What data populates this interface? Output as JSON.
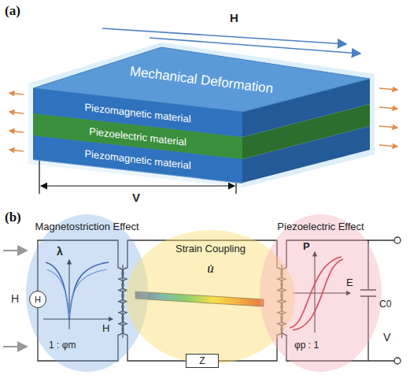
{
  "diagram": {
    "nodes": [
      {
        "text": [
          "Mechanical Deformation"
        ]
      },
      {
        "text": [
          "Piezomagnetic material"
        ]
      },
      {
        "text": [
          "Piezoelectric material"
        ]
      },
      {
        "text": [
          "Piezomagnetic material"
        ]
      },
      {
        "text": [
          "Magnetostriction Effect"
        ]
      },
      {
        "text": [
          "Strain Coupling",
          "u̇"
        ]
      },
      {
        "text": [
          "Piezoelectric Effect"
        ]
      },
      {
        "text": [
          "H"
        ]
      },
      {
        "text": [
          "Z"
        ]
      }
    ],
    "labels": [
      "(a)",
      "H",
      "V",
      "(b)",
      "H",
      "λ",
      "H",
      "1 : φm",
      "P",
      "E",
      "C0",
      "φp : 1",
      "V"
    ]
  }
}
